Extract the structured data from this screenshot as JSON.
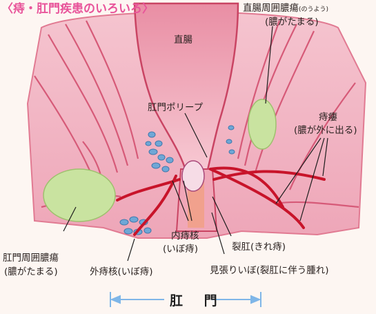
{
  "title": "〈痔・肛門疾患のいろいろ〉",
  "labels": {
    "rectum": "直腸",
    "perirectal_abscess_1": "直腸周囲膿瘍",
    "perirectal_abscess_reading": "(のうよう)",
    "perirectal_abscess_2": "(膿がたまる)",
    "anal_polyp": "肛門ポリープ",
    "fistula_1": "痔瘻",
    "fistula_2": "(膿が外に出る)",
    "perianal_abscess_1": "肛門周囲膿瘍",
    "perianal_abscess_2": "(膿がたまる)",
    "internal_hemorrhoid_1": "内痔核",
    "internal_hemorrhoid_2": "(いぼ痔)",
    "external_hemorrhoid": "外痔核(いぼ痔)",
    "anal_fissure": "裂肛(きれ痔)",
    "sentinel_pile": "見張りいぼ(裂肛に伴う腫れ)",
    "anus": "肛 門"
  },
  "colors": {
    "title": "#e8549a",
    "tissue": "#f2b9c6",
    "tissue_dark": "#d9546c",
    "vessel": "#c8142a",
    "abscess": "#c9e3a0",
    "hemorrhoid": "#6fa7d6",
    "arrow": "#7fb6e8"
  }
}
